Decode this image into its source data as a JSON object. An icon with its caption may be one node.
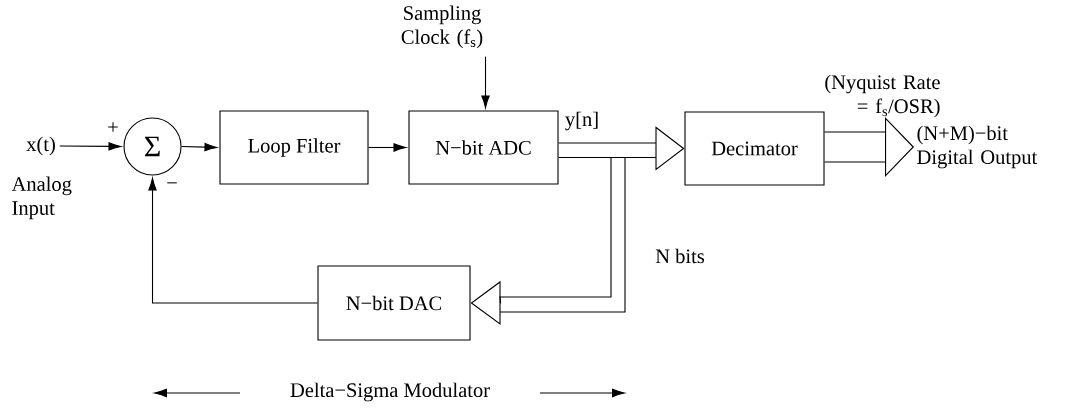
{
  "diagram": {
    "nodes": [
      {
        "text": [
          "x(t)"
        ],
        "beside": [
          "Analog Input"
        ]
      },
      {
        "text": [
          "Σ"
        ]
      },
      {
        "text": [
          "Loop Filter"
        ]
      },
      {
        "text": [
          "N−bit ADC"
        ]
      },
      {
        "text": [
          "Decimator"
        ]
      },
      {
        "text": [
          "N−bit DAC"
        ]
      },
      {
        "text": [
          "Sampling Clock (f$_{s}$)"
        ]
      },
      {
        "text": [
          "(N+M)−bit Digital Output"
        ]
      }
    ],
    "edges": [
      {
        "from": 0,
        "to": 1,
        "arrow": "to"
      },
      {
        "from": 1,
        "to": 2,
        "arrow": "to"
      },
      {
        "from": 2,
        "to": 3,
        "arrow": "to"
      },
      {
        "from": 6,
        "to": 3,
        "arrow": "to"
      },
      {
        "from": 3,
        "to": 4,
        "arrow": "to",
        "label": "y[n]"
      },
      {
        "from": 3,
        "to": 5,
        "arrow": "to",
        "label": "N bits"
      },
      {
        "from": 4,
        "to": 7,
        "arrow": "to",
        "label": "(Nyquist Rate = f$_{s}$/OSR)"
      },
      {
        "from": 5,
        "to": 1,
        "arrow": "to"
      }
    ],
    "labels": [
      "+",
      "−",
      "Delta−Sigma Modulator"
    ]
  }
}
